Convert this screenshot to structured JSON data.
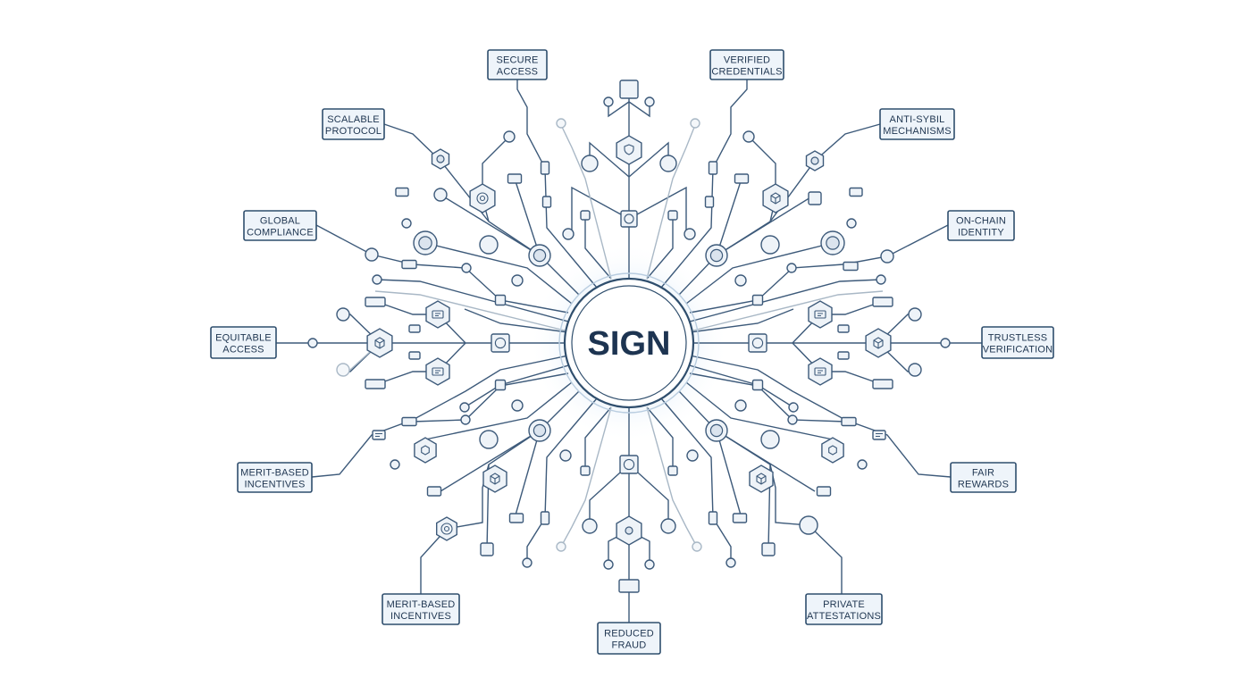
{
  "center": {
    "label": "SIGN"
  },
  "labels": [
    {
      "id": "secure-access",
      "lines": [
        "SECURE",
        "ACCESS"
      ]
    },
    {
      "id": "verified-credentials",
      "lines": [
        "VERIFIED",
        "CREDENTIALS"
      ]
    },
    {
      "id": "scalable-protocol",
      "lines": [
        "SCALABLE",
        "PROTOCOL"
      ]
    },
    {
      "id": "anti-sybil-mechanisms",
      "lines": [
        "ANTI-SYBIL",
        "MECHANISMS"
      ]
    },
    {
      "id": "global-compliance",
      "lines": [
        "GLOBAL",
        "COMPLIANCE"
      ]
    },
    {
      "id": "on-chain-identity",
      "lines": [
        "ON-CHAIN",
        "IDENTITY"
      ]
    },
    {
      "id": "equitable-access",
      "lines": [
        "EQUITABLE",
        "ACCESS"
      ]
    },
    {
      "id": "trustless-verification",
      "lines": [
        "TRUSTLESS",
        "VERIFICATION"
      ]
    },
    {
      "id": "merit-based-incentives-left",
      "lines": [
        "MERIT-BASED",
        "INCENTIVES"
      ]
    },
    {
      "id": "fair-rewards",
      "lines": [
        "FAIR",
        "REWARDS"
      ]
    },
    {
      "id": "merit-based-incentives-bottom",
      "lines": [
        "MERIT-BASED",
        "INCENTIVES"
      ]
    },
    {
      "id": "private-attestations",
      "lines": [
        "PRIVATE",
        "ATTESTATIONS"
      ]
    },
    {
      "id": "reduced-fraud",
      "lines": [
        "REDUCED",
        "FRAUD"
      ]
    }
  ],
  "colors": {
    "line": "#3d5a7a",
    "line_light": "#a9b8c6",
    "label_fill": "#eef4fa",
    "hub_glow": "#cfe2f5",
    "text": "#1e3550"
  }
}
